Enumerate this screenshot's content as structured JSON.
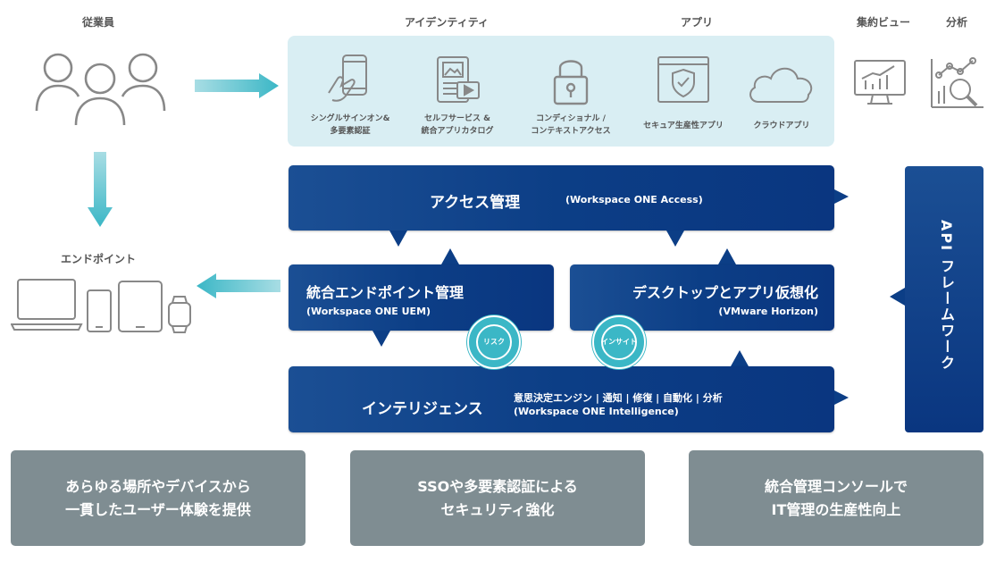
{
  "headers": {
    "employees": "従業員",
    "identity": "アイデンティティ",
    "apps": "アプリ",
    "aggregated_view": "集約ビュー",
    "analytics": "分析",
    "endpoints": "エンドポイント"
  },
  "services": [
    {
      "label1": "シングルサインオン&",
      "label2": "多要素認証",
      "icon": "phone-touch-icon"
    },
    {
      "label1": "セルフサービス &",
      "label2": "統合アプリカタログ",
      "icon": "app-catalog-icon"
    },
    {
      "label1": "コンディショナル /",
      "label2": "コンテキストアクセス",
      "icon": "padlock-icon"
    },
    {
      "label1": "セキュア生産性アプリ",
      "label2": "",
      "icon": "secure-app-icon"
    },
    {
      "label1": "クラウドアプリ",
      "label2": "",
      "icon": "cloud-icon"
    }
  ],
  "access": {
    "title": "アクセス管理",
    "sub": "(Workspace ONE Access)"
  },
  "uem": {
    "title": "統合エンドポイント管理",
    "sub": "(Workspace ONE UEM)"
  },
  "horizon": {
    "title": "デスクトップとアプリ仮想化",
    "sub": "(VMware Horizon)"
  },
  "intelligence": {
    "title": "インテリジェンス",
    "desc": "意思決定エンジン | 通知 | 修復 | 自動化 | 分析",
    "sub": "(Workspace ONE Intelligence)"
  },
  "circles": {
    "risk": "リスク",
    "insight": "インサイト"
  },
  "api": {
    "label": "API フレームワーク"
  },
  "benefits": [
    {
      "line1": "あらゆる場所やデバイスから",
      "line2": "一貫したユーザー体験を提供"
    },
    {
      "line1": "SSOや多要素認証による",
      "line2": "セキュリティ強化"
    },
    {
      "line1": "統合管理コンソールで",
      "line2": "IT管理の生産性向上"
    }
  ],
  "colors": {
    "navy": "#0c3e86",
    "teal": "#3bb7c6",
    "panel": "#d9eef3",
    "gray": "#7f8d92",
    "icon": "#888888"
  }
}
